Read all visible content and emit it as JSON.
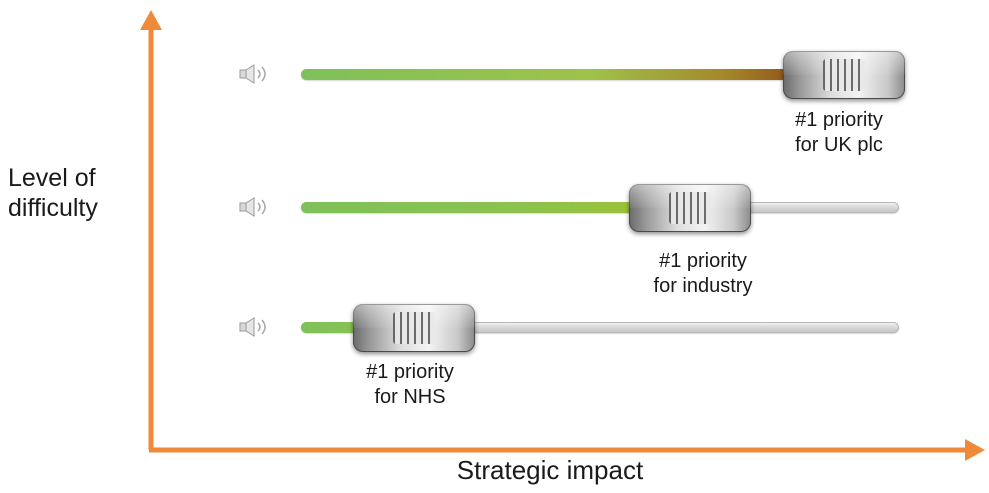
{
  "axes": {
    "y_label": "Level of difficulty",
    "x_label": "Strategic impact",
    "color": "#ef8a3a"
  },
  "sliders": [
    {
      "caption_line1": "#1 priority",
      "caption_line2": "for UK plc",
      "level": 0.88,
      "fill": "green-to-brown"
    },
    {
      "caption_line1": "#1 priority",
      "caption_line2": "for industry",
      "level": 0.61,
      "fill": "green"
    },
    {
      "caption_line1": "#1 priority",
      "caption_line2": "for NHS",
      "level": 0.13,
      "fill": "green"
    }
  ],
  "icons": {
    "speaker": "speaker-icon"
  }
}
